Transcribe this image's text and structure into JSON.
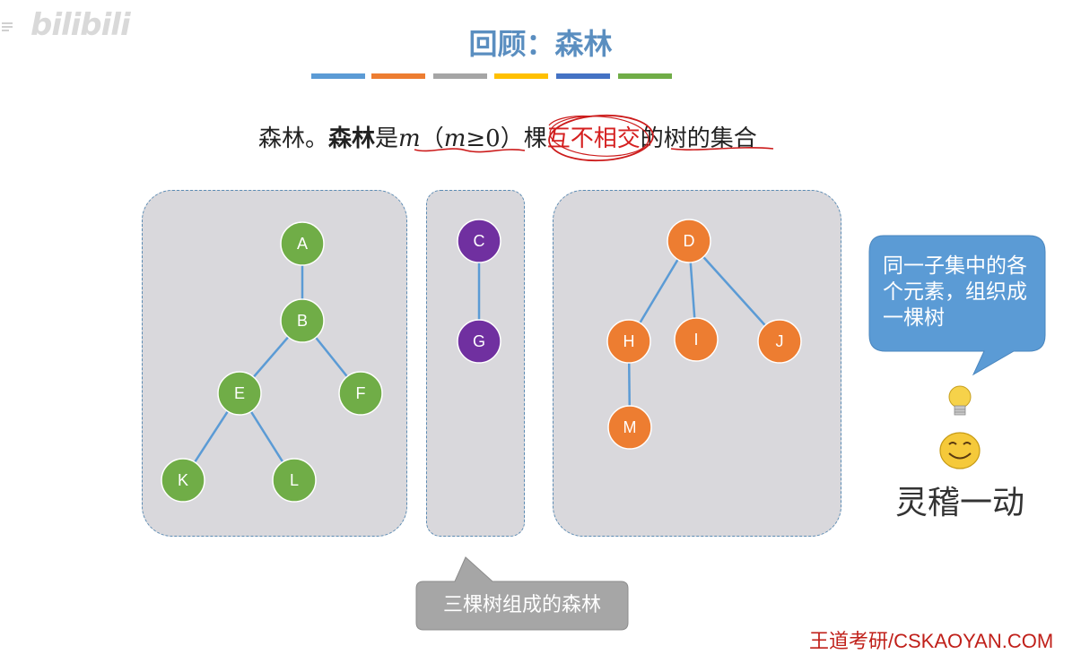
{
  "watermark": {
    "text": "bilibili"
  },
  "title": "回顾：森林",
  "color_bars": [
    "#5b9bd5",
    "#ed7d31",
    "#a5a5a5",
    "#ffc000",
    "#4472c4",
    "#70ad47"
  ],
  "definition": {
    "part1": "森林。",
    "part2": "森林",
    "part3": "是",
    "part4": "m",
    "part5": "（",
    "part6": "m",
    "part7": "≥0）棵",
    "part8": "互不相交",
    "part9": "的树的集合"
  },
  "trees": {
    "tree1": {
      "color": "#70ad47",
      "nodes": [
        "A",
        "B",
        "E",
        "F",
        "K",
        "L"
      ],
      "edges": [
        [
          "A",
          "B"
        ],
        [
          "B",
          "E"
        ],
        [
          "B",
          "F"
        ],
        [
          "E",
          "K"
        ],
        [
          "E",
          "L"
        ]
      ]
    },
    "tree2": {
      "color": "#7030a0",
      "nodes": [
        "C",
        "G"
      ],
      "edges": [
        [
          "C",
          "G"
        ]
      ]
    },
    "tree3": {
      "color": "#ed7d31",
      "nodes": [
        "D",
        "H",
        "I",
        "J",
        "M"
      ],
      "edges": [
        [
          "D",
          "H"
        ],
        [
          "D",
          "I"
        ],
        [
          "D",
          "J"
        ],
        [
          "H",
          "M"
        ]
      ]
    }
  },
  "speech_bubble": {
    "text": "同一子集中的各个元素，组织成一棵树",
    "color": "#5b9bd5"
  },
  "emoji": {
    "caption": "灵稽一动",
    "icons": [
      "lightbulb-icon",
      "smiley-face-icon"
    ]
  },
  "callout": {
    "text": "三棵树组成的森林",
    "color": "#a6a6a6"
  },
  "footer": {
    "text": "王道考研/CSKAOYAN.COM"
  }
}
